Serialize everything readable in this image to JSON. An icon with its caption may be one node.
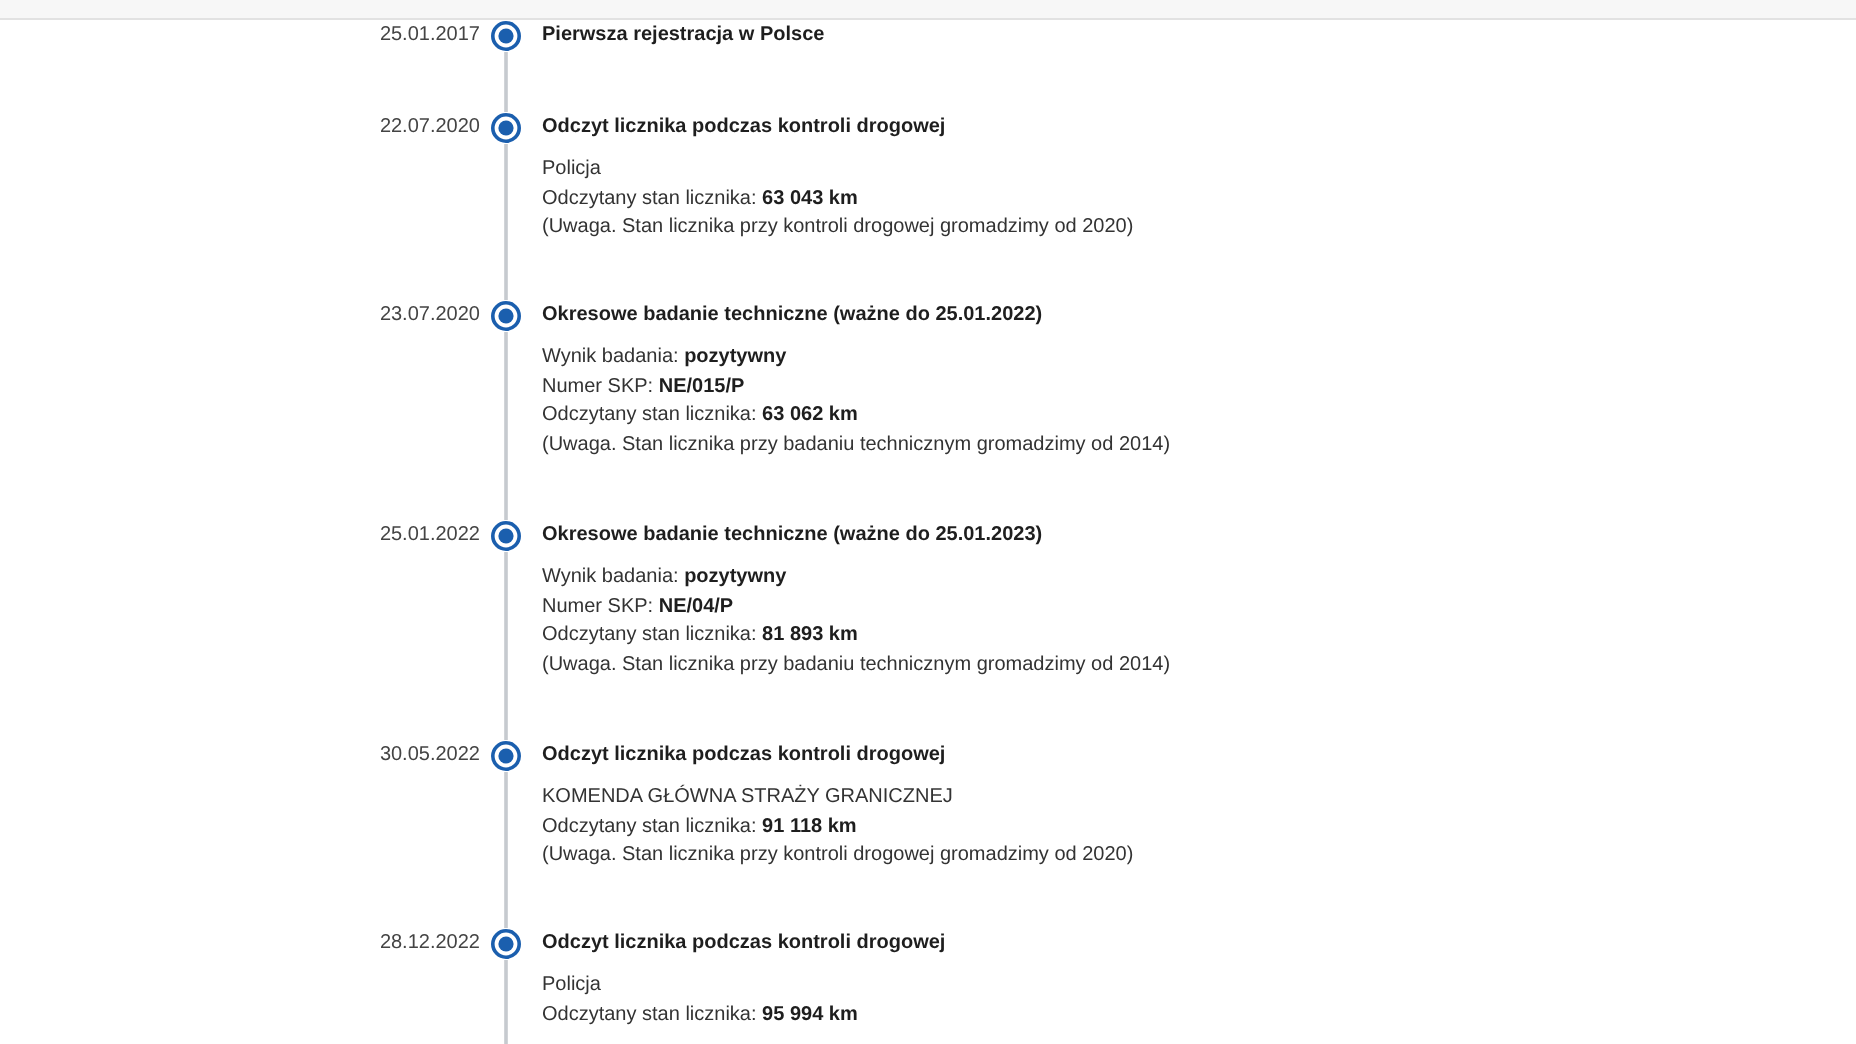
{
  "diagram": {
    "nodes": [
      {
        "text": [],
        "shape": "circle",
        "beside": [
          "25.01.2017",
          "Pierwsza rejestracja w Polsce"
        ]
      },
      {
        "text": [],
        "shape": "circle",
        "beside": [
          "22.07.2020",
          "Odczyt licznika podczas kontroli drogowej",
          "Policja",
          "Odczytany stan licznika: **63 043 km**",
          "(Uwaga. Stan licznika przy kontroli drogowej gromadzimy od 2020)"
        ]
      },
      {
        "text": [],
        "shape": "circle",
        "beside": [
          "23.07.2020",
          "Okresowe badanie techniczne (ważne do 25.01.2022)",
          "Wynik badania: **pozytywny**",
          "Numer SKP: **NE/015/P**",
          "Odczytany stan licznika: **63 062 km**",
          "(Uwaga. Stan licznika przy badaniu technicznym gromadzimy od 2014)"
        ]
      },
      {
        "text": [],
        "shape": "circle",
        "beside": [
          "25.01.2022",
          "Okresowe badanie techniczne (ważne do 25.01.2023)",
          "Wynik badania: **pozytywny**",
          "Numer SKP: **NE/04/P**",
          "Odczytany stan licznika: **81 893 km**",
          "(Uwaga. Stan licznika przy badaniu technicznym gromadzimy od 2014)"
        ]
      },
      {
        "text": [],
        "shape": "circle",
        "beside": [
          "30.05.2022",
          "Odczyt licznika podczas kontroli drogowej",
          "KOMENDA GŁÓWNA STRAŻY GRANICZNEJ",
          "Odczytany stan licznika: **91 118 km**",
          "(Uwaga. Stan licznika przy kontroli drogowej gromadzimy od 2020)"
        ]
      },
      {
        "text": [],
        "shape": "circle",
        "beside": [
          "28.12.2022",
          "Odczyt licznika podczas kontroli drogowej",
          "Policja",
          "Odczytany stan licznika: **95 994 km**"
        ]
      }
    ],
    "edges": [
      {
        "from": 0,
        "to": 1,
        "arrow": "none"
      },
      {
        "from": 1,
        "to": 2,
        "arrow": "none"
      },
      {
        "from": 2,
        "to": 3,
        "arrow": "none"
      },
      {
        "from": 3,
        "to": 4,
        "arrow": "none"
      },
      {
        "from": 4,
        "to": 5,
        "arrow": "none"
      },
      {
        "from": 5,
        "to": null,
        "arrow": "none"
      }
    ]
  }
}
